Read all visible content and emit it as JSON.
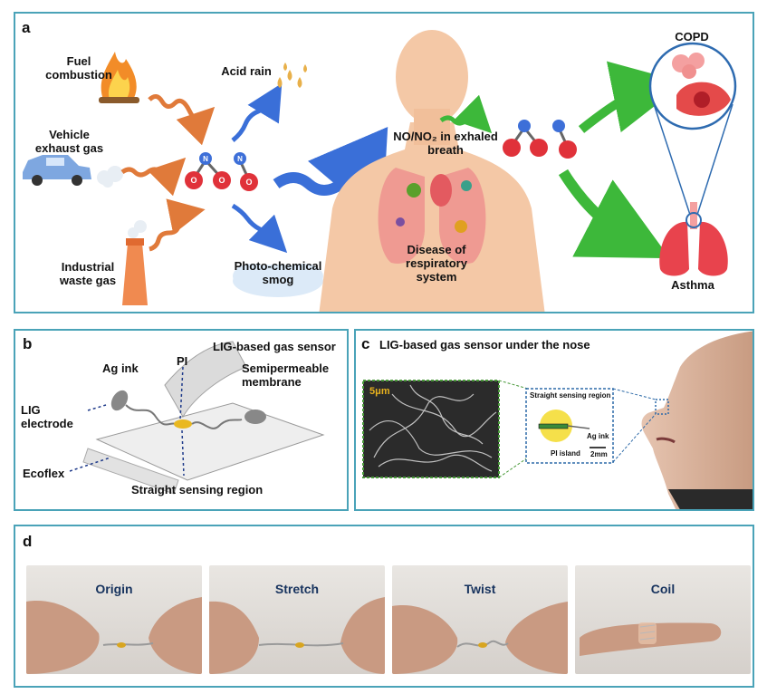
{
  "panel_a": {
    "label": "a",
    "fuel_combustion": "Fuel\ncombustion",
    "vehicle_exhaust": "Vehicle\nexhaust gas",
    "industrial_waste": "Industrial\nwaste gas",
    "acid_rain": "Acid rain",
    "photochemical_smog": "Photo-chemical\nsmog",
    "no_no2_exhaled": "NO/NO₂ in exhaled\nbreath",
    "disease": "Disease of\nrespiratory\nsystem",
    "copd": "COPD",
    "asthma": "Asthma",
    "atom_n": "N",
    "atom_o": "O"
  },
  "panel_b": {
    "label": "b",
    "lig_sensor": "LIG-based gas sensor",
    "ag_ink": "Ag ink",
    "pi": "PI",
    "semipermeable": "Semipermeable\nmembrane",
    "lig_electrode": "LIG\nelectrode",
    "ecoflex": "Ecoflex",
    "straight_region": "Straight sensing region"
  },
  "panel_c": {
    "label": "c",
    "title": "LIG-based gas sensor under the nose",
    "scale_bar": "5μm",
    "inset_straight": "Straight sensing region",
    "inset_ag": "Ag ink",
    "inset_pi": "PI island",
    "inset_scale": "2mm"
  },
  "panel_d": {
    "label": "d",
    "photos": [
      {
        "caption": "Origin"
      },
      {
        "caption": "Stretch"
      },
      {
        "caption": "Twist"
      },
      {
        "caption": "Coil"
      }
    ]
  }
}
